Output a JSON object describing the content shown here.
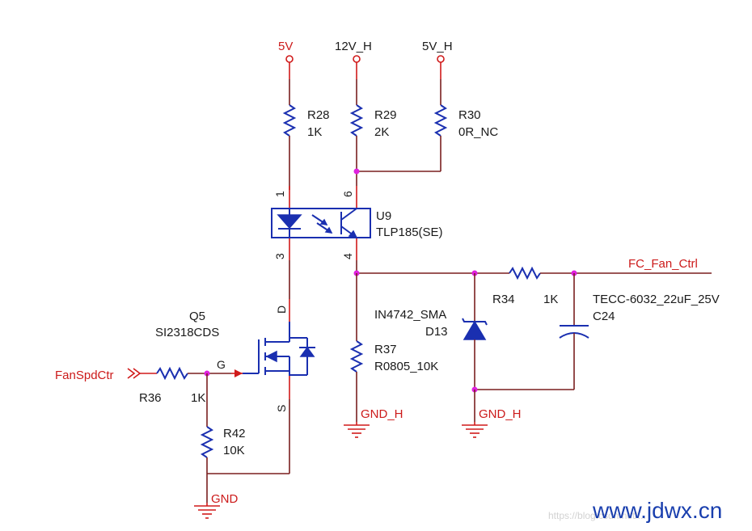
{
  "power_nets": [
    {
      "id": "5v",
      "label": "5V"
    },
    {
      "id": "12vh",
      "label": "12V_H"
    },
    {
      "id": "5vh",
      "label": "5V_H"
    }
  ],
  "ground_nets": [
    {
      "id": "gnd_h_1",
      "label": "GND_H"
    },
    {
      "id": "gnd_h_2",
      "label": "GND_H"
    },
    {
      "id": "gnd",
      "label": "GND"
    }
  ],
  "nets": {
    "fan_ctrl": "FC_Fan_Ctrl",
    "fan_spd": "FanSpdCtr"
  },
  "components": {
    "r28": {
      "ref": "R28",
      "value": "1K"
    },
    "r29": {
      "ref": "R29",
      "value": "2K"
    },
    "r30": {
      "ref": "R30",
      "value": "0R_NC"
    },
    "u9": {
      "ref": "U9",
      "value": "TLP185(SE)",
      "pins": {
        "p1": "1",
        "p3": "3",
        "p6": "6",
        "p4": "4"
      }
    },
    "q5": {
      "ref": "Q5",
      "value": "SI2318CDS",
      "pins": {
        "d": "D",
        "g": "G",
        "s": "S"
      }
    },
    "r36": {
      "ref": "R36",
      "value": "1K"
    },
    "r42": {
      "ref": "R42",
      "value": "10K"
    },
    "r37": {
      "ref": "R37",
      "value": "R0805_10K"
    },
    "d13": {
      "ref": "D13",
      "value": "IN4742_SMA"
    },
    "r34": {
      "ref": "R34",
      "value": "1K"
    },
    "c24": {
      "ref": "C24",
      "value": "TECC-6032_22uF_25V"
    }
  },
  "watermark": {
    "small": "https://blog.csdn.net/...",
    "big": "www.jdwx.cn"
  }
}
